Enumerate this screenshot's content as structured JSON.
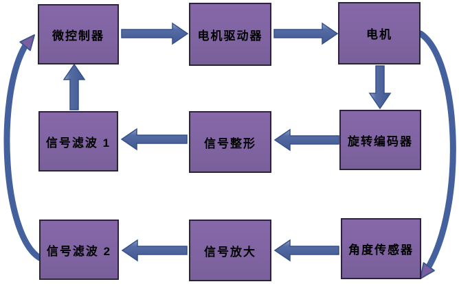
{
  "diagram": {
    "type": "block-flow-diagram",
    "background_color": "#ffffff",
    "box_fill_color": "#8064a2",
    "box_border_color": "#2b2438",
    "box_text_color": "#000000",
    "arrow_fill_color": "#4a639b",
    "arrow_border_color": "#36508c",
    "arrow_highlight_color": "#93a3c8",
    "curved_arrow_color": "#44619d",
    "curved_arrowhead_fill": "#7b5ea2"
  },
  "boxes": [
    {
      "id": "microcontroller",
      "label": "微控制器"
    },
    {
      "id": "motor-driver",
      "label": "电机驱动器"
    },
    {
      "id": "motor",
      "label": "电机"
    },
    {
      "id": "signal-filter-1",
      "label": "信号滤波 1"
    },
    {
      "id": "signal-shaping",
      "label": "信号整形"
    },
    {
      "id": "rotary-encoder",
      "label": "旋转编码器"
    },
    {
      "id": "signal-filter-2",
      "label": "信号滤波 2"
    },
    {
      "id": "signal-amplification",
      "label": "信号放大"
    },
    {
      "id": "angle-sensor",
      "label": "角度传感器"
    }
  ],
  "connections": [
    {
      "from": "微控制器",
      "to": "电机驱动器",
      "style": "straight-right"
    },
    {
      "from": "电机驱动器",
      "to": "电机",
      "style": "straight-right"
    },
    {
      "from": "电机",
      "to": "旋转编码器",
      "style": "straight-down"
    },
    {
      "from": "旋转编码器",
      "to": "信号整形",
      "style": "straight-left"
    },
    {
      "from": "信号整形",
      "to": "信号滤波 1",
      "style": "straight-left"
    },
    {
      "from": "信号滤波 1",
      "to": "微控制器",
      "style": "straight-up"
    },
    {
      "from": "电机",
      "to": "角度传感器",
      "style": "curved-right-side"
    },
    {
      "from": "角度传感器",
      "to": "信号放大",
      "style": "straight-left"
    },
    {
      "from": "信号放大",
      "to": "信号滤波 2",
      "style": "straight-left"
    },
    {
      "from": "信号滤波 2",
      "to": "微控制器",
      "style": "curved-left-side"
    }
  ]
}
